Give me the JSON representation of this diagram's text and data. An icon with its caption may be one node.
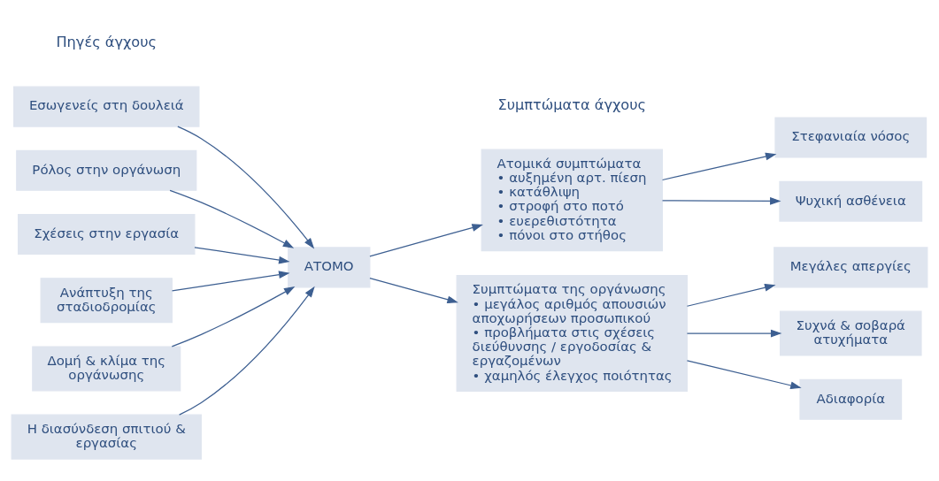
{
  "diagram": {
    "nodes": [
      {
        "text": [
          "Εσωγενείς στη δουλειά"
        ]
      },
      {
        "text": [
          "Ρόλος στην οργάνωση"
        ]
      },
      {
        "text": [
          "Σχέσεις στην εργασία"
        ]
      },
      {
        "text": [
          "Ανάπτυξη της σταδιοδρομίας"
        ]
      },
      {
        "text": [
          "Δομή & κλίμα της οργάνωσης"
        ]
      },
      {
        "text": [
          "Η διασύνδεση σπιτιού & εργασίας"
        ]
      },
      {
        "text": [
          "ΑΤΟΜΟ"
        ]
      },
      {
        "text": [
          "Ατομικά συμπτώματα",
          "• αυξημένη αρτ. πίεση",
          "• κατάθλιψη",
          "• στροφή στο ποτό",
          "• ευερεθιστότητα",
          "• πόνοι στο στήθος"
        ]
      },
      {
        "text": [
          "Συμπτώματα της οργάνωσης",
          "• μεγάλος αριθμός απουσιών αποχωρήσεων προσωπικού",
          "• προβλήματα στις σχέσεις διεύθυνσης / εργοδοσίας & εργαζομένων",
          "• χαμηλός έλεγχος ποιότητας"
        ]
      },
      {
        "text": [
          "Στεφανιαία νόσος"
        ]
      },
      {
        "text": [
          "Ψυχική ασθένεια"
        ]
      },
      {
        "text": [
          "Μεγάλες απεργίες"
        ]
      },
      {
        "text": [
          "Συχνά & σοβαρά ατυχήματα"
        ]
      },
      {
        "text": [
          "Αδιαφορία"
        ]
      }
    ],
    "edges": [
      {
        "from": 0,
        "to": 6,
        "arrow": "to"
      },
      {
        "from": 1,
        "to": 6,
        "arrow": "to"
      },
      {
        "from": 2,
        "to": 6,
        "arrow": "to"
      },
      {
        "from": 3,
        "to": 6,
        "arrow": "to"
      },
      {
        "from": 4,
        "to": 6,
        "arrow": "to"
      },
      {
        "from": 5,
        "to": 6,
        "arrow": "to"
      },
      {
        "from": 6,
        "to": 7,
        "arrow": "to"
      },
      {
        "from": 6,
        "to": 8,
        "arrow": "to"
      },
      {
        "from": 7,
        "to": 9,
        "arrow": "to"
      },
      {
        "from": 7,
        "to": 10,
        "arrow": "to"
      },
      {
        "from": 8,
        "to": 11,
        "arrow": "to"
      },
      {
        "from": 8,
        "to": 12,
        "arrow": "to"
      },
      {
        "from": 8,
        "to": 13,
        "arrow": "to"
      }
    ],
    "labels": [
      "Πηγές άγχους",
      "Συμπτώματα άγχους"
    ]
  }
}
